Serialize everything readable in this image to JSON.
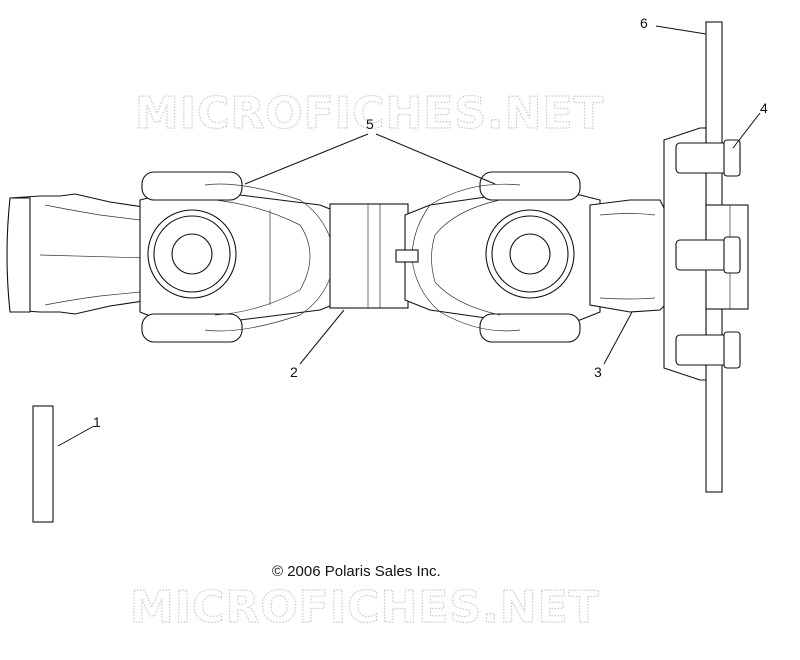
{
  "watermark": {
    "top": "MICROFICHES.NET",
    "bottom": "MICROFICHES.NET"
  },
  "copyright": "© 2006 Polaris Sales Inc.",
  "callouts": {
    "c1": "1",
    "c2": "2",
    "c3": "3",
    "c4": "4",
    "c5": "5",
    "c6": "6"
  }
}
